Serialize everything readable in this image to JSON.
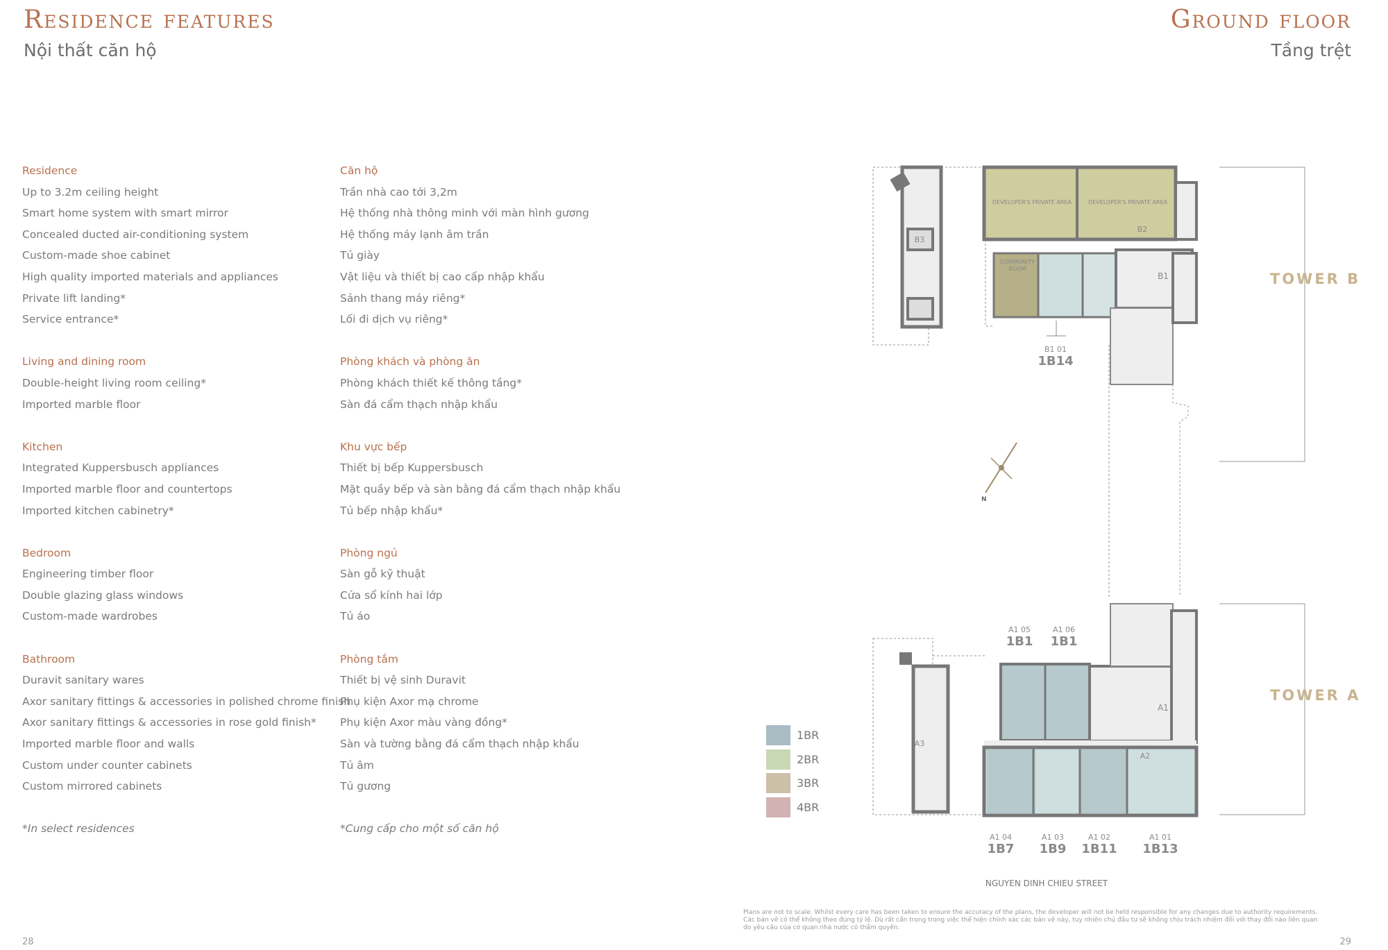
{
  "left_page": {
    "title": "Residence features",
    "subtitle": "Nội thất căn hộ",
    "english": [
      {
        "heading": "Residence",
        "items": [
          "Up to 3.2m ceiling height",
          "Smart home system with smart mirror",
          "Concealed ducted air-conditioning system",
          "Custom-made shoe cabinet",
          "High quality imported materials and appliances",
          "Private lift landing*",
          "Service entrance*"
        ]
      },
      {
        "heading": "Living and dining room",
        "items": [
          "Double-height living room ceiling*",
          "Imported marble floor"
        ]
      },
      {
        "heading": "Kitchen",
        "items": [
          "Integrated Kuppersbusch appliances",
          "Imported marble floor and countertops",
          "Imported kitchen cabinetry*"
        ]
      },
      {
        "heading": "Bedroom",
        "items": [
          "Engineering timber floor",
          "Double glazing glass windows",
          "Custom-made wardrobes"
        ]
      },
      {
        "heading": "Bathroom",
        "items": [
          "Duravit sanitary wares",
          "Axor sanitary fittings & accessories in polished chrome finish",
          "Axor sanitary fittings & accessories in rose gold finish*",
          "Imported marble floor and walls",
          "Custom under counter cabinets",
          "Custom mirrored cabinets"
        ]
      }
    ],
    "vietnamese": [
      {
        "heading": "Căn hộ",
        "items": [
          "Trần nhà cao tới 3,2m",
          "Hệ thống nhà thông minh với màn hình gương",
          "Hệ thống máy lạnh âm trần",
          "Tủ giày",
          "Vật liệu và thiết bị cao cấp nhập khẩu",
          "Sảnh thang máy riêng*",
          "Lối đi dịch vụ riêng*"
        ]
      },
      {
        "heading": "Phòng khách và phòng ăn",
        "items": [
          "Phòng khách thiết kế thông tầng*",
          "Sàn đá cẩm thạch nhập khẩu"
        ]
      },
      {
        "heading": "Khu vực bếp",
        "items": [
          "Thiết bị bếp Kuppersbusch",
          "Mặt quầy bếp và sàn bằng đá cẩm thạch nhập khẩu",
          "Tủ bếp nhập khẩu*"
        ]
      },
      {
        "heading": "Phòng ngủ",
        "items": [
          "Sàn gỗ kỹ thuật",
          "Cửa sổ kính hai lớp",
          "Tủ áo"
        ]
      },
      {
        "heading": "Phòng tắm",
        "items": [
          "Thiết bị vệ sinh Duravit",
          "Phụ kiện Axor mạ chrome",
          "Phụ kiện Axor màu vàng đồng*",
          "Sàn và tường bằng đá cẩm thạch nhập khẩu",
          "Tủ âm",
          "Tủ gương"
        ]
      }
    ],
    "footnote_en": "*In select residences",
    "footnote_vi": "*Cung cấp cho một số căn hộ",
    "page_number": "28"
  },
  "right_page": {
    "title": "Ground floor",
    "subtitle": "Tầng trệt",
    "towers": {
      "b": "TOWER B",
      "a": "TOWER A"
    },
    "plan_labels": {
      "dev_area": "DEVELOPER'S PRIVATE AREA",
      "community": "COMMUNITY",
      "room": "ROOM",
      "b1": "B1",
      "b2": "B2",
      "b3": "B3",
      "a1": "A1",
      "a2": "A2",
      "a3": "A3",
      "north": "N"
    },
    "units": [
      {
        "code": "B1 01",
        "type": "1B14"
      },
      {
        "code": "A1 05",
        "type": "1B1"
      },
      {
        "code": "A1 06",
        "type": "1B1"
      },
      {
        "code": "A1 04",
        "type": "1B7"
      },
      {
        "code": "A1 03",
        "type": "1B9"
      },
      {
        "code": "A1 02",
        "type": "1B11"
      },
      {
        "code": "A1 01",
        "type": "1B13"
      }
    ],
    "street": "NGUYEN DINH CHIEU STREET",
    "legend": [
      {
        "label": "1BR",
        "color": "#a9bcc3"
      },
      {
        "label": "2BR",
        "color": "#c9d8b4"
      },
      {
        "label": "3BR",
        "color": "#cdc0a8"
      },
      {
        "label": "4BR",
        "color": "#d2b2b2"
      }
    ],
    "disclaimer": [
      "Plans are not to scale. Whilst every care has been taken to ensure the accuracy of the plans, the developer will not be held responsible for any changes due to authority requirements.",
      "Các bản vẽ có thể không theo đúng tỷ lệ. Dù rất cẩn trọng trong việc thể hiện chính xác các bản vẽ này, tuy nhiên chủ đầu tư sẽ không chịu trách nhiệm đối với thay đổi nào liên quan",
      "do yêu cầu của cơ quan nhà nước có thẩm quyền."
    ],
    "page_number": "29"
  },
  "colors": {
    "accent": "#b8714f",
    "tower_label": "#c9b48f",
    "dev_area": "#cfcc9f",
    "community": "#b5b088",
    "unit_1br": "#b6c9cd",
    "unit_1br_light": "#cfdfe0",
    "wall": "#7d7d7d"
  }
}
